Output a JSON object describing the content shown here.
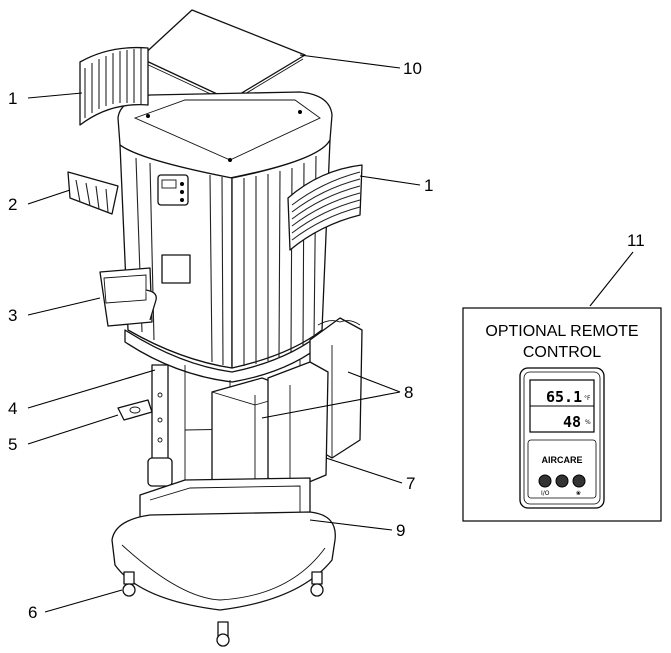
{
  "callouts": {
    "c1a": "1",
    "c1b": "1",
    "c2": "2",
    "c3": "3",
    "c4": "4",
    "c5": "5",
    "c6": "6",
    "c7": "7",
    "c8": "8",
    "c9": "9",
    "c10": "10",
    "c11": "11"
  },
  "remote_box": {
    "line1": "OPTIONAL REMOTE",
    "line2": "CONTROL"
  },
  "remote_device": {
    "temp": "65.1",
    "temp_unit": "°F",
    "humidity": "48",
    "humidity_unit": "%",
    "brand": "AIRCARE",
    "button_label_left": "I/O",
    "button_label_right": "❀"
  }
}
